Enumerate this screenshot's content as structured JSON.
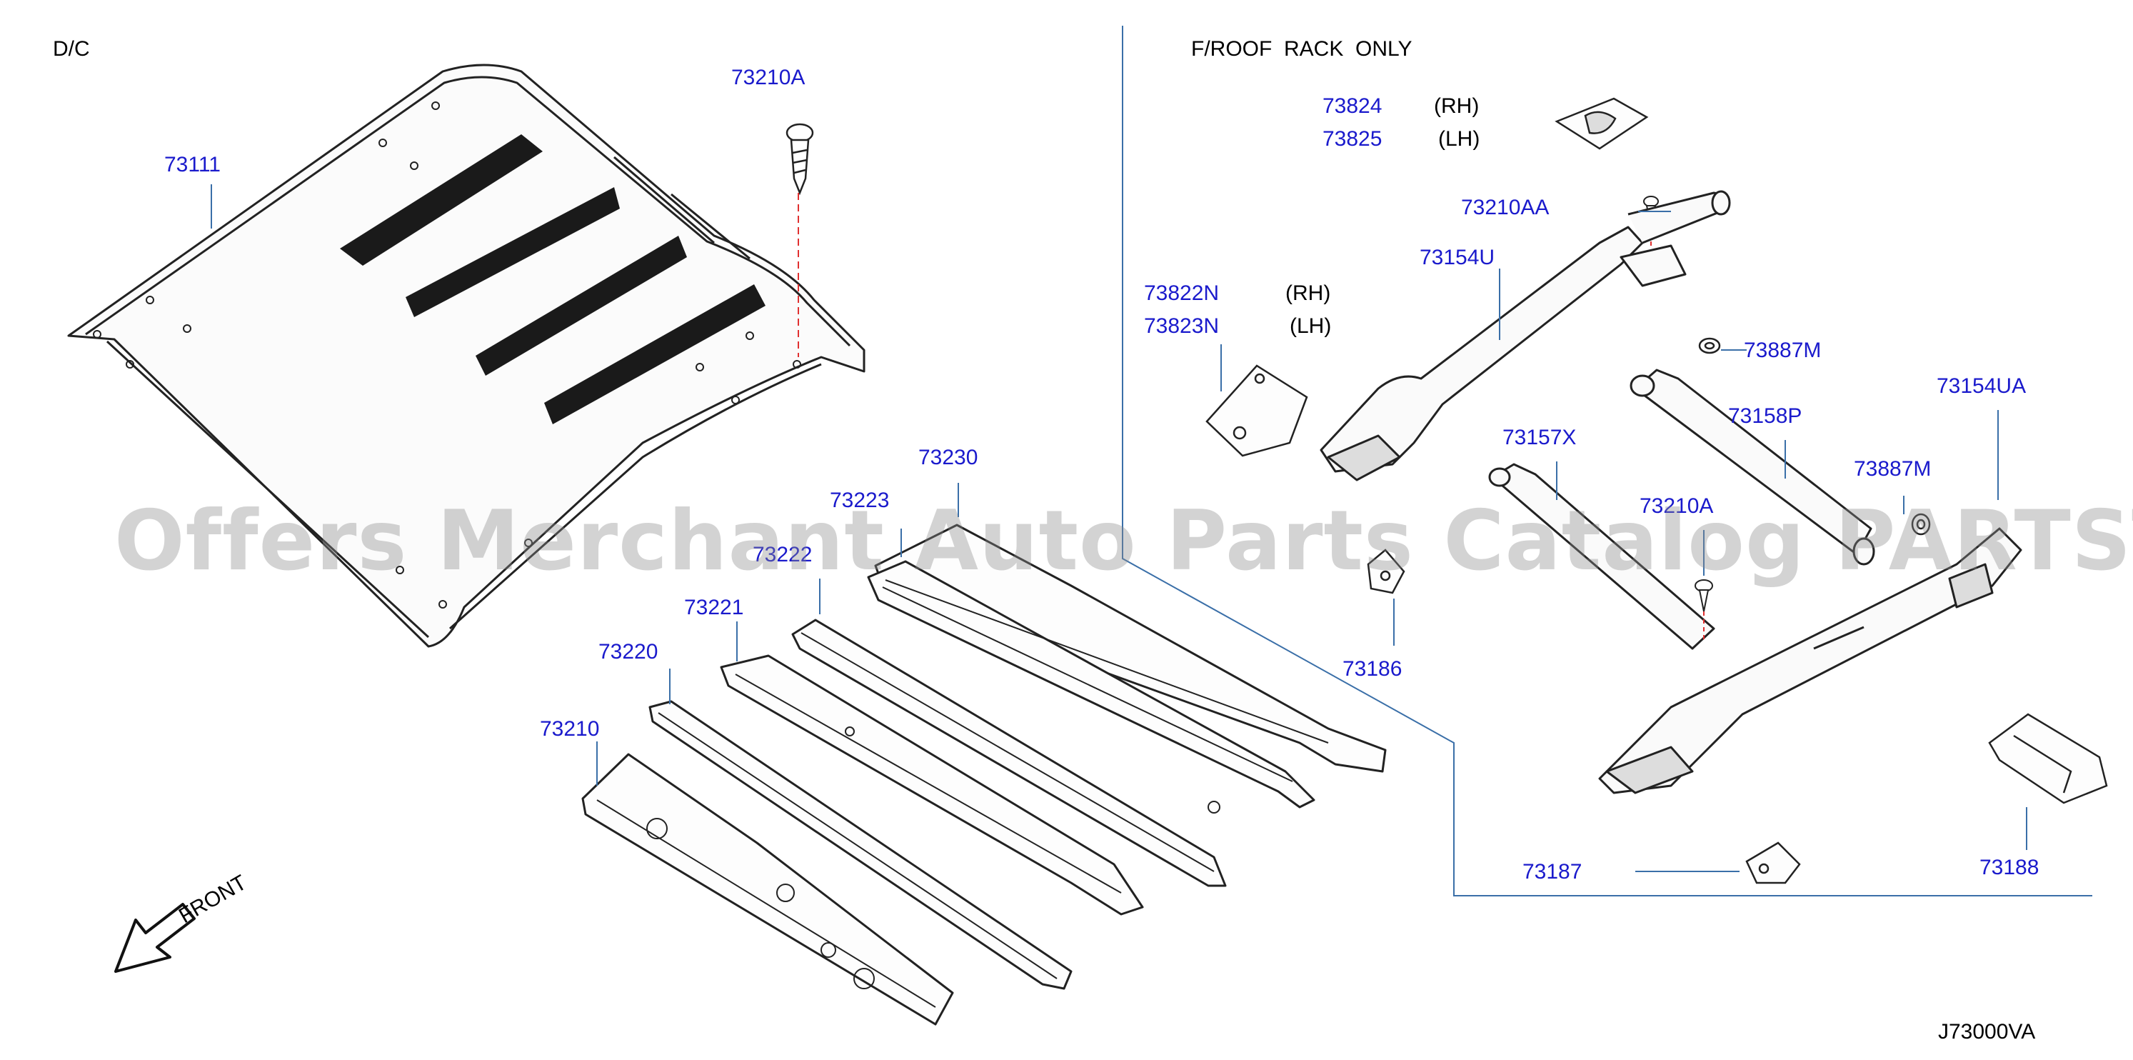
{
  "header": {
    "left_label": "D/C",
    "right_label": "F/ROOF  RACK  ONLY"
  },
  "parts": [
    {
      "id": "73210A_top",
      "number": "73210A"
    },
    {
      "id": "73111",
      "number": "73111"
    },
    {
      "id": "73824",
      "number": "73824",
      "side": "(RH)"
    },
    {
      "id": "73825",
      "number": "73825",
      "side": "(LH)"
    },
    {
      "id": "73210AA",
      "number": "73210AA"
    },
    {
      "id": "73154U",
      "number": "73154U"
    },
    {
      "id": "73822N",
      "number": "73822N",
      "side": "(RH)"
    },
    {
      "id": "73823N",
      "number": "73823N",
      "side": "(LH)"
    },
    {
      "id": "73887M_a",
      "number": "73887M"
    },
    {
      "id": "73154UA",
      "number": "73154UA"
    },
    {
      "id": "73158P",
      "number": "73158P"
    },
    {
      "id": "73157X",
      "number": "73157X"
    },
    {
      "id": "73887M_b",
      "number": "73887M"
    },
    {
      "id": "73210A_mid",
      "number": "73210A"
    },
    {
      "id": "73230",
      "number": "73230"
    },
    {
      "id": "73223",
      "number": "73223"
    },
    {
      "id": "73222",
      "number": "73222"
    },
    {
      "id": "73221",
      "number": "73221"
    },
    {
      "id": "73220",
      "number": "73220"
    },
    {
      "id": "73210",
      "number": "73210"
    },
    {
      "id": "73186",
      "number": "73186"
    },
    {
      "id": "73187",
      "number": "73187"
    },
    {
      "id": "73188",
      "number": "73188"
    }
  ],
  "front_label": "FRONT",
  "diagram_code": "J73000VA",
  "watermark": "Offers Merchant Auto Parts Catalog PARTSTORE.SA",
  "colors": {
    "part_number": "#1a1acc",
    "leader_line": "#3a6fa8",
    "screw_axis": "#e03030",
    "outline": "#222222"
  }
}
